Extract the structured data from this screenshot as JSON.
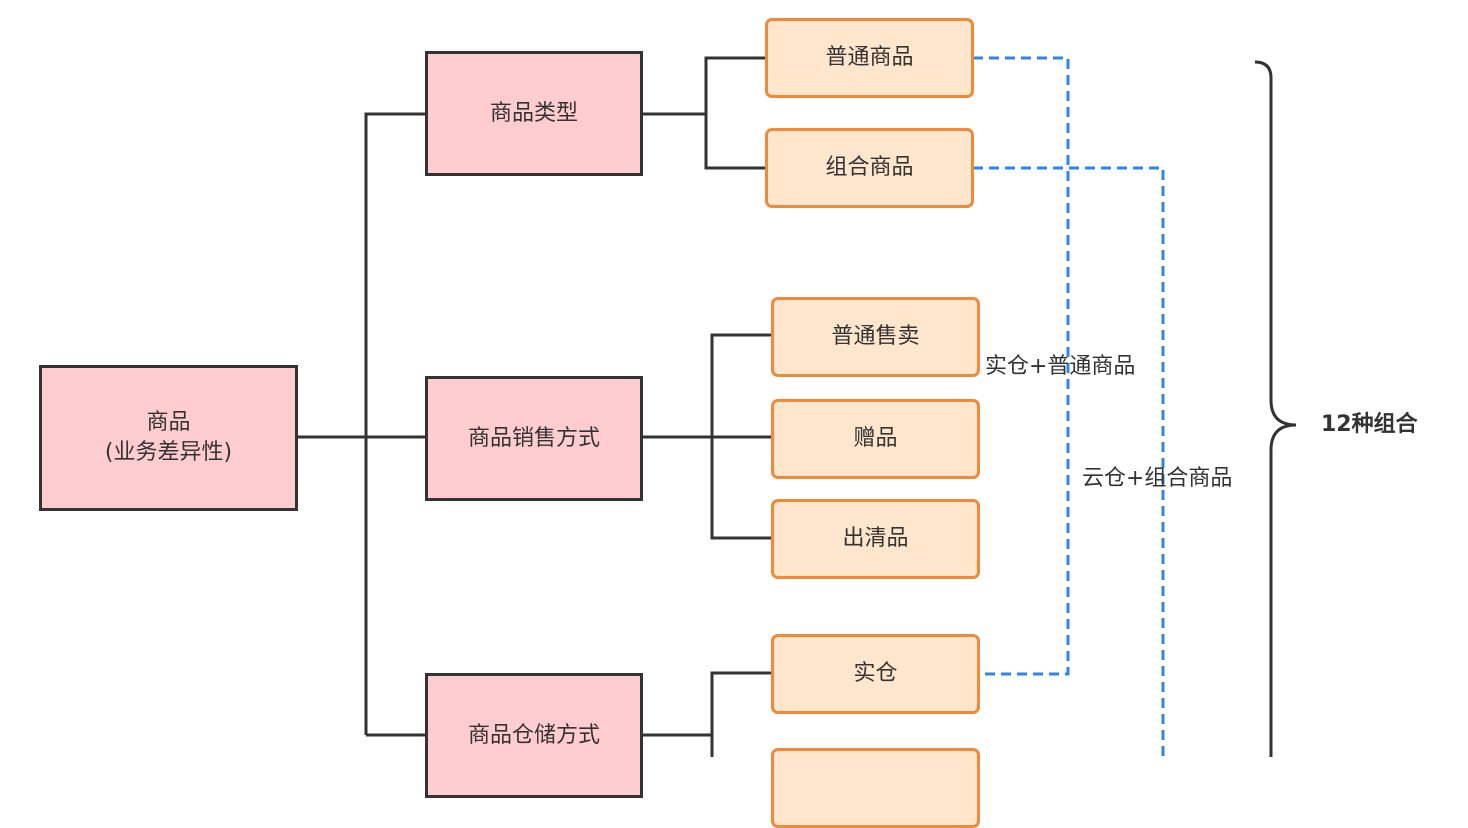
{
  "root": {
    "label": "商品\n(业务差异性)"
  },
  "categories": {
    "type": {
      "label": "商品类型"
    },
    "sales": {
      "label": "商品销售方式"
    },
    "storage": {
      "label": "商品仓储方式"
    }
  },
  "options": {
    "normal_goods": "普通商品",
    "combo_goods": "组合商品",
    "normal_sale": "普通售卖",
    "gift": "赠品",
    "clearance": "出清品",
    "physical_warehouse": "实仓",
    "cloud_warehouse": ""
  },
  "combinations": [
    {
      "label": "实仓+普通商品"
    },
    {
      "label": "云仓+组合商品"
    }
  ],
  "summary": {
    "label": "12种组合"
  },
  "colors": {
    "category_fill": "#ffcdd0",
    "category_border": "#333333",
    "option_fill": "#ffe6cc",
    "option_border": "#f0893a",
    "connector": "#333333",
    "dashed_link": "#2f86e6"
  }
}
